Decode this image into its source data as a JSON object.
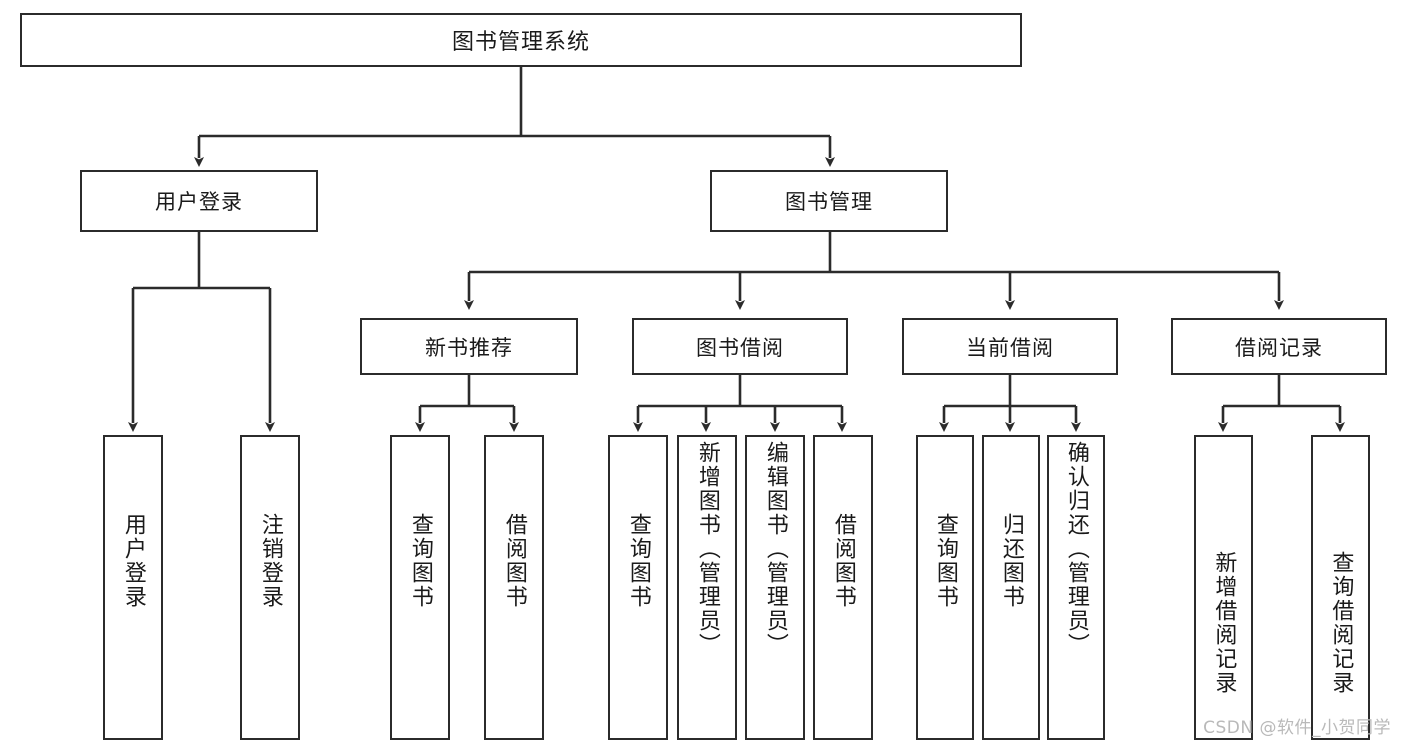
{
  "diagram": {
    "title": "图书管理系统",
    "type": "tree-hierarchy-diagram",
    "watermark": "CSDN @软件_小贺同学",
    "colors": {
      "stroke": "#2b2b2b",
      "fill": "#ffffff",
      "text": "#1a1a1a",
      "watermark": "#b9b9b9",
      "background": "#ffffff"
    }
  },
  "nodes": {
    "root": {
      "label": "图书管理系统"
    },
    "level1": [
      {
        "label": "用户登录"
      },
      {
        "label": "图书管理"
      }
    ],
    "level2": [
      {
        "label": "新书推荐"
      },
      {
        "label": "图书借阅"
      },
      {
        "label": "当前借阅"
      },
      {
        "label": "借阅记录"
      }
    ],
    "leaves": {
      "user_login": [
        {
          "label": "用户登录"
        },
        {
          "label": "注销登录"
        }
      ],
      "new_book_recommend": [
        {
          "label": "查询图书"
        },
        {
          "label": "借阅图书"
        }
      ],
      "book_borrow": [
        {
          "label": "查询图书"
        },
        {
          "label": "新增图书（管理员）"
        },
        {
          "label": "编辑图书（管理员）"
        },
        {
          "label": "借阅图书"
        }
      ],
      "current_borrow": [
        {
          "label": "查询图书"
        },
        {
          "label": "归还图书"
        },
        {
          "label": "确认归还（管理员）"
        }
      ],
      "borrow_record": [
        {
          "label": "新增借阅记录"
        },
        {
          "label": "查询借阅记录"
        }
      ]
    }
  }
}
